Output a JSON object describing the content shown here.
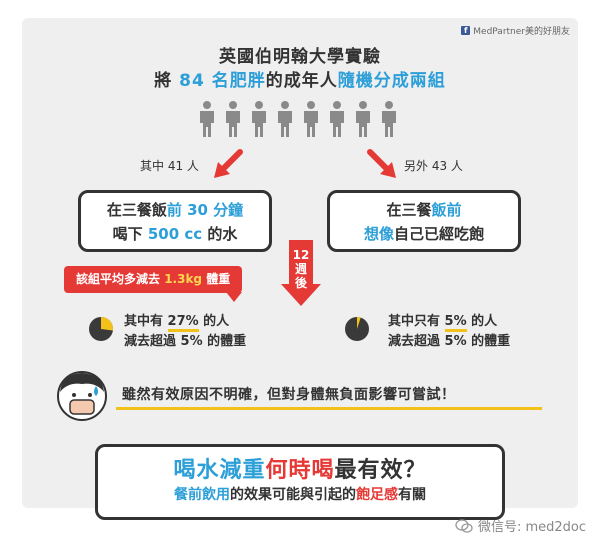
{
  "brand": {
    "fb_glyph": "f",
    "text": "MedPartner美的好朋友"
  },
  "title": {
    "line1": "英國伯明翰大學實驗",
    "line2_a": "將 ",
    "line2_count": "84 名肥胖",
    "line2_b": "的成年人",
    "line2_c": "隨機分成兩組"
  },
  "groups": {
    "left_label": "其中 41 人",
    "right_label": "另外 43 人"
  },
  "left_box": {
    "line1_a": "在三餐飯",
    "line1_hl": "前 30 分鐘",
    "line2_a": "喝下 ",
    "line2_hl": "500 cc",
    "line2_b": " 的水"
  },
  "right_box": {
    "line1_a": "在三餐",
    "line1_hl": "飯前",
    "line2_hl": "想像",
    "line2_b": "自己已經吃飽"
  },
  "weeks": {
    "l1": "12",
    "l2": "週",
    "l3": "後"
  },
  "banner": {
    "a": "該組平均多減去 ",
    "hl": "1.3kg",
    "b": " 體重"
  },
  "left_stat": {
    "a": "其中有 ",
    "pct": "27%",
    "b": " 的人",
    "line2": "減去超過 5% 的體重",
    "fraction": 0.27
  },
  "right_stat": {
    "a": "其中只有 ",
    "pct": "5%",
    "b": " 的人",
    "line2": "減去超過 5% 的體重",
    "fraction": 0.05
  },
  "quote": "雖然有效原因不明確，但對身體無負面影響可嘗試！",
  "bottom": {
    "l1_a": "喝水減重",
    "l1_red": "何時喝",
    "l1_b": "最有效？",
    "l2_a": "餐前飲用",
    "l2_b": "的效果可能與引起的",
    "l2_red": "飽足感",
    "l2_c": "有關"
  },
  "watermark": "微信号: med2doc",
  "colors": {
    "accent": "#2d9fd8",
    "red": "#e53935",
    "yellow": "#f2c21b",
    "dark": "#333333",
    "panel": "#efefef"
  }
}
